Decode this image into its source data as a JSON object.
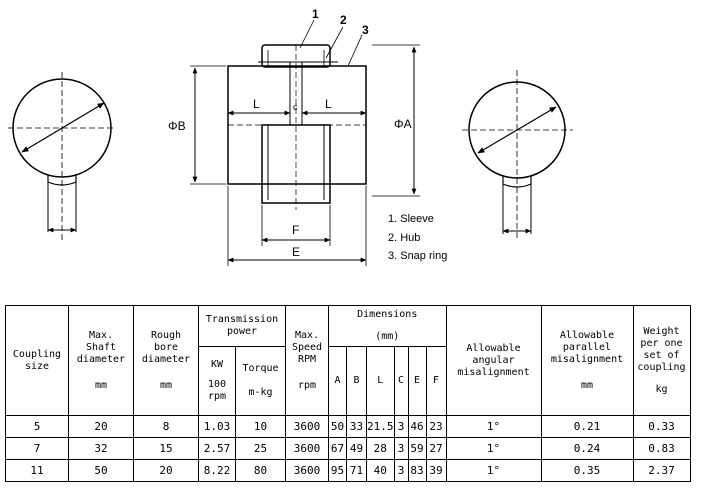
{
  "drawing": {
    "callouts": [
      "1",
      "2",
      "3"
    ],
    "dims": {
      "phi_b": "ΦB",
      "phi_a": "ΦA",
      "l_left": "L",
      "l_right": "L",
      "c": "c",
      "f": "F",
      "e": "E"
    },
    "legend": [
      "1. Sleeve",
      "2. Hub",
      "3. Snap ring"
    ]
  },
  "table": {
    "headers": {
      "size": "Coupling size",
      "shaft": [
        "Max.",
        "Shaft",
        "diameter"
      ],
      "shaft_unit": "mm",
      "rough": [
        "Rough",
        "bore",
        "diameter"
      ],
      "rough_unit": "mm",
      "power": "Transmission power",
      "kw": "KW",
      "kw_unit": [
        "100",
        "rpm"
      ],
      "torque": "Torque",
      "torque_unit": "m-kg",
      "speed": [
        "Max.",
        "Speed",
        "RPM"
      ],
      "speed_unit": "rpm",
      "dims": "Dimensions",
      "dims_unit": "(mm)",
      "A": "A",
      "B": "B",
      "L": "L",
      "C": "C",
      "E": "E",
      "F": "F",
      "angular": [
        "Allowable",
        "angular",
        "misalignment"
      ],
      "parallel": [
        "Allowable",
        "parallel",
        "misalignment"
      ],
      "parallel_unit": "mm",
      "weight": [
        "Weight",
        "per one",
        "set of",
        "coupling"
      ],
      "weight_unit": "kg"
    },
    "rows": [
      {
        "size": "5",
        "shaft": "20",
        "rough": "8",
        "kw": "1.03",
        "torque": "10",
        "rpm": "3600",
        "A": "50",
        "B": "33",
        "L": "21.5",
        "C": "3",
        "E": "46",
        "F": "23",
        "angular": "1°",
        "parallel": "0.21",
        "weight": "0.33"
      },
      {
        "size": "7",
        "shaft": "32",
        "rough": "15",
        "kw": "2.57",
        "torque": "25",
        "rpm": "3600",
        "A": "67",
        "B": "49",
        "L": "28",
        "C": "3",
        "E": "59",
        "F": "27",
        "angular": "1°",
        "parallel": "0.24",
        "weight": "0.83"
      },
      {
        "size": "11",
        "shaft": "50",
        "rough": "20",
        "kw": "8.22",
        "torque": "80",
        "rpm": "3600",
        "A": "95",
        "B": "71",
        "L": "40",
        "C": "3",
        "E": "83",
        "F": "39",
        "angular": "1°",
        "parallel": "0.35",
        "weight": "2.37"
      }
    ]
  }
}
